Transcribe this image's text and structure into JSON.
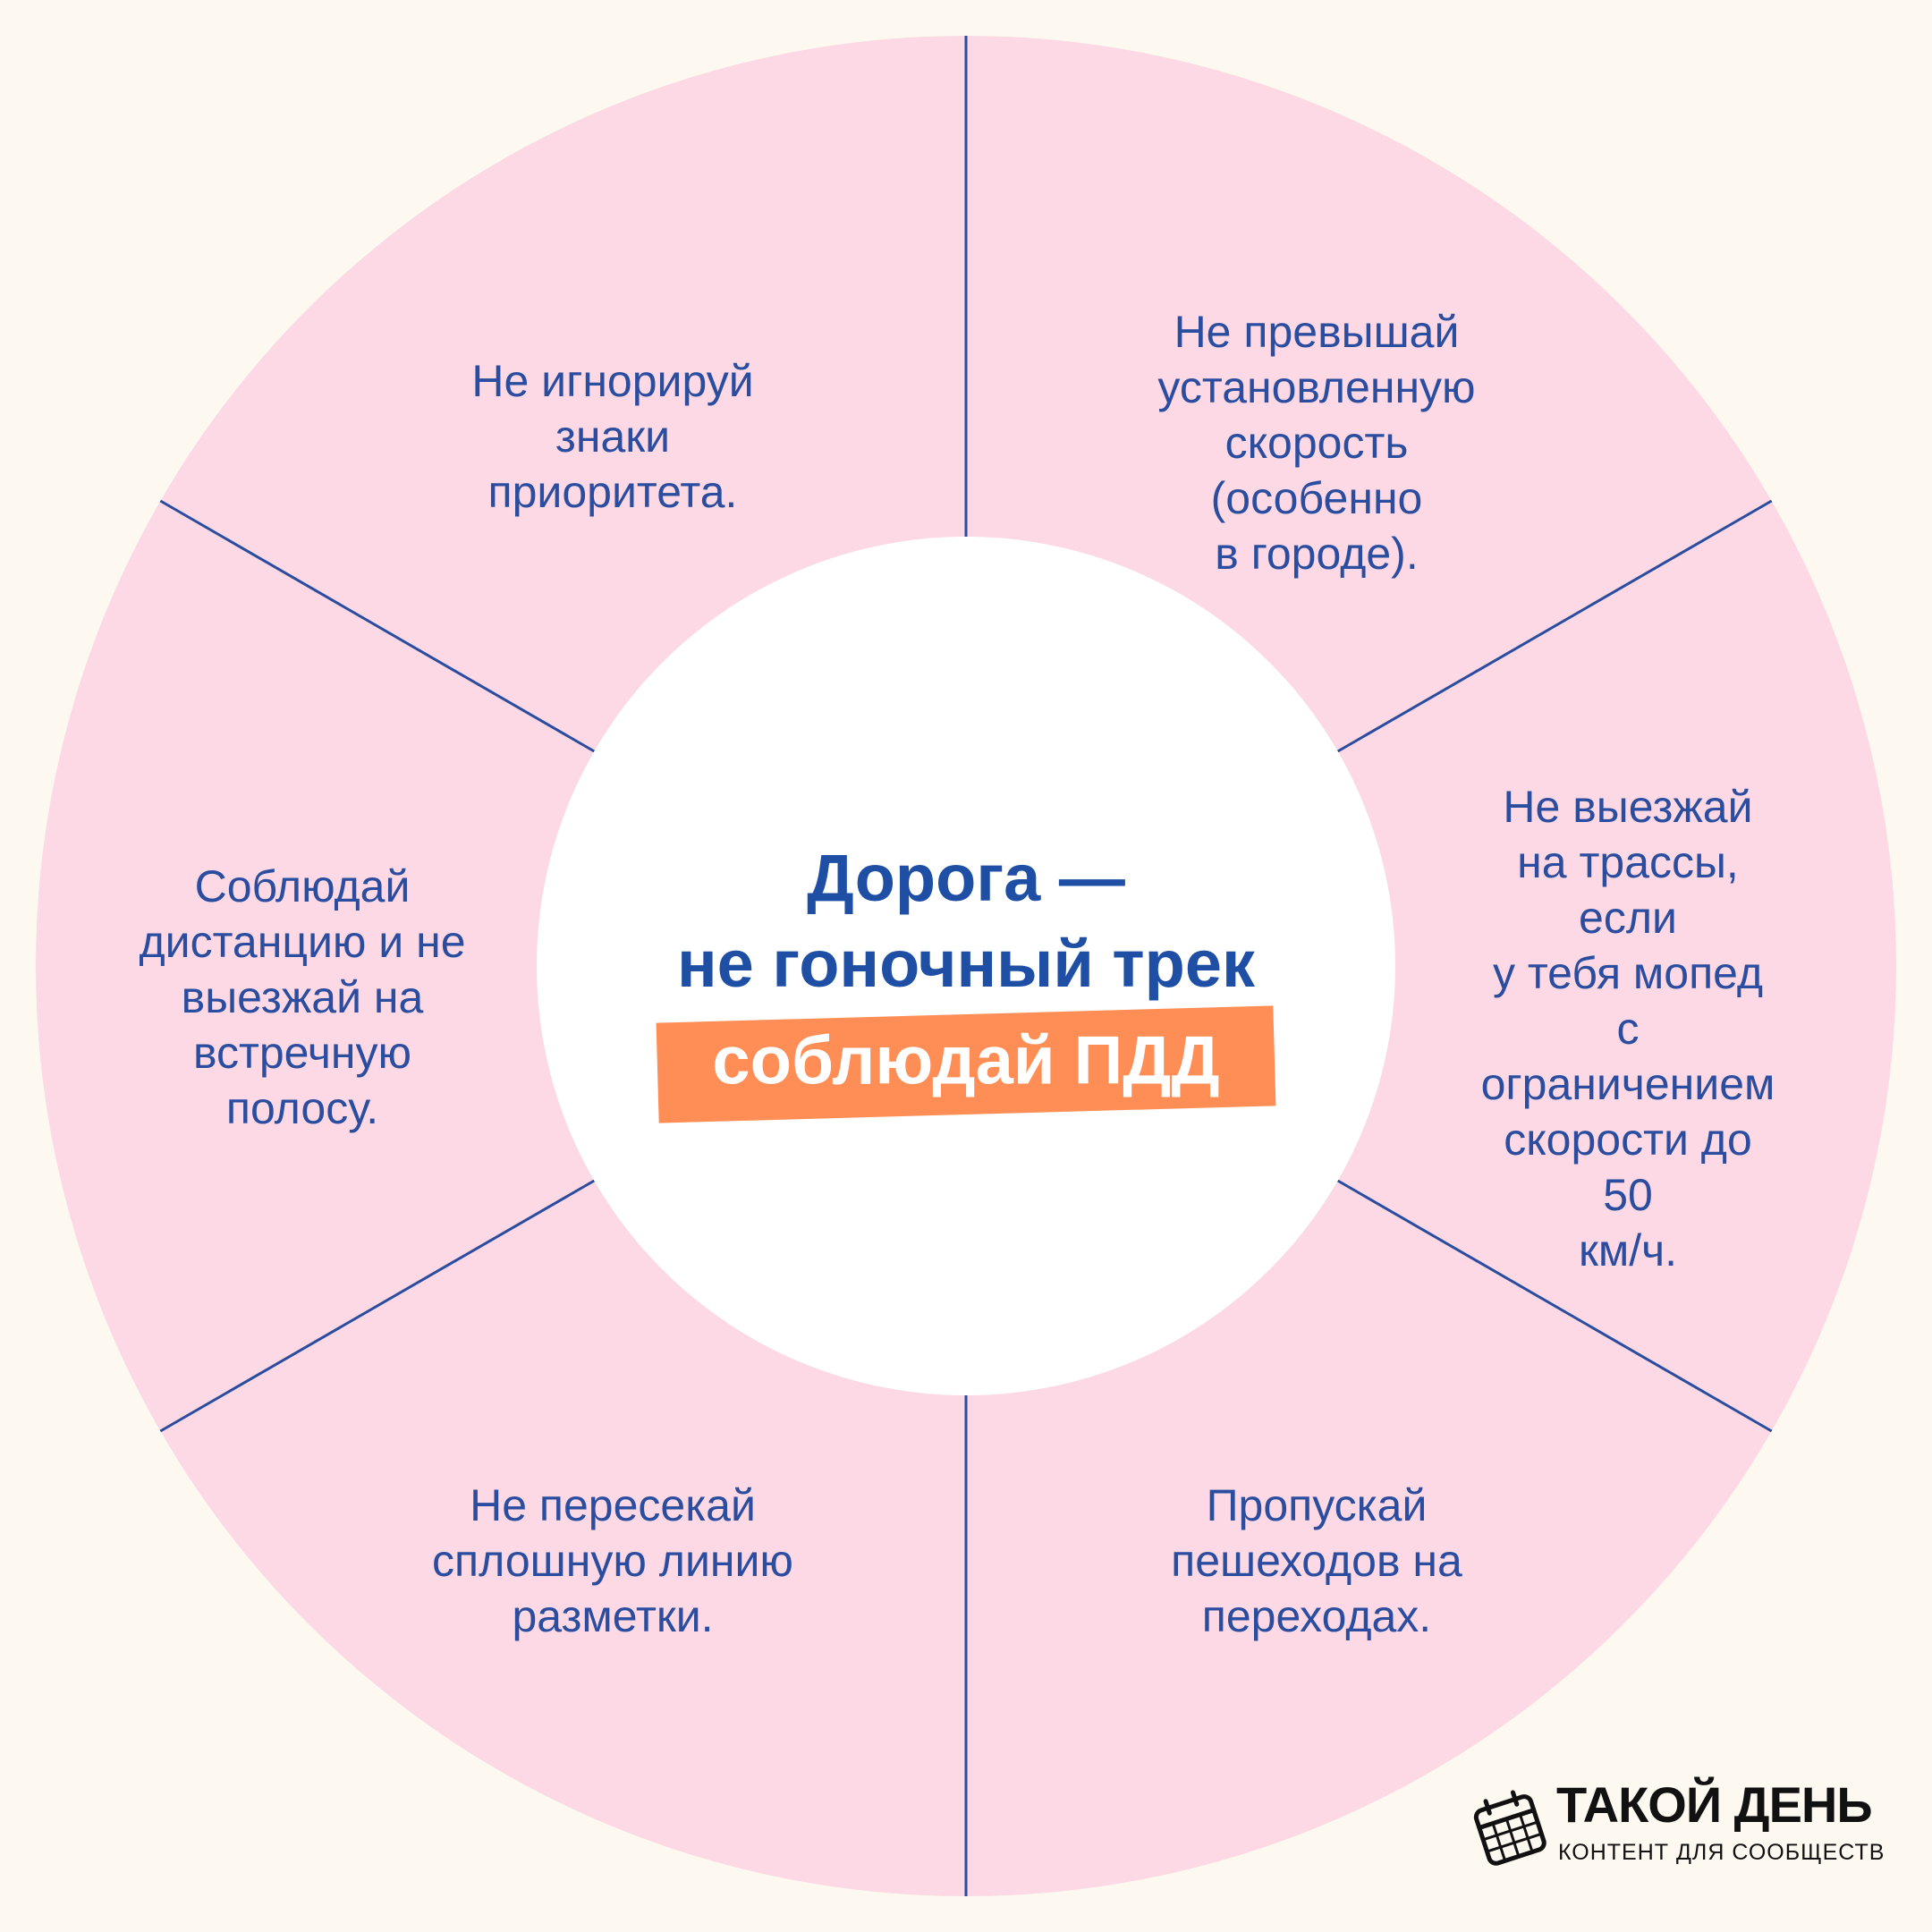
{
  "colors": {
    "background": "#fdf9f1",
    "segment_fill": "#fcd9e4",
    "divider": "#2a4ca0",
    "center_fill": "#ffffff",
    "title": "#1e4fa5",
    "badge": "#ff8e56",
    "badge_text": "#ffffff"
  },
  "center": {
    "title": "Дорога —\nне гоночный трек",
    "badge": "соблюдай ПДД"
  },
  "segments": [
    {
      "text": "Не превышай\nустановленную\nскорость\n(особенно\nв городе)."
    },
    {
      "text": "Не выезжай\nна трассы, если\nу тебя мопед\nс ограничением\nскорости  до 50\nкм/ч."
    },
    {
      "text": "Пропускай\nпешеходов на\nпереходах."
    },
    {
      "text": "Не пересекай\nсплошную линию\nразметки."
    },
    {
      "text": "Соблюдай\nдистанцию и не\nвыезжай на\nвстречную\nполосу."
    },
    {
      "text": "Не игнорируй\nзнаки\nприоритета."
    }
  ],
  "logo": {
    "icon": "calendar-icon",
    "title": "ТАКОЙ ДЕНЬ",
    "subtitle": "КОНТЕНТ ДЛЯ СООБЩЕСТВ"
  }
}
